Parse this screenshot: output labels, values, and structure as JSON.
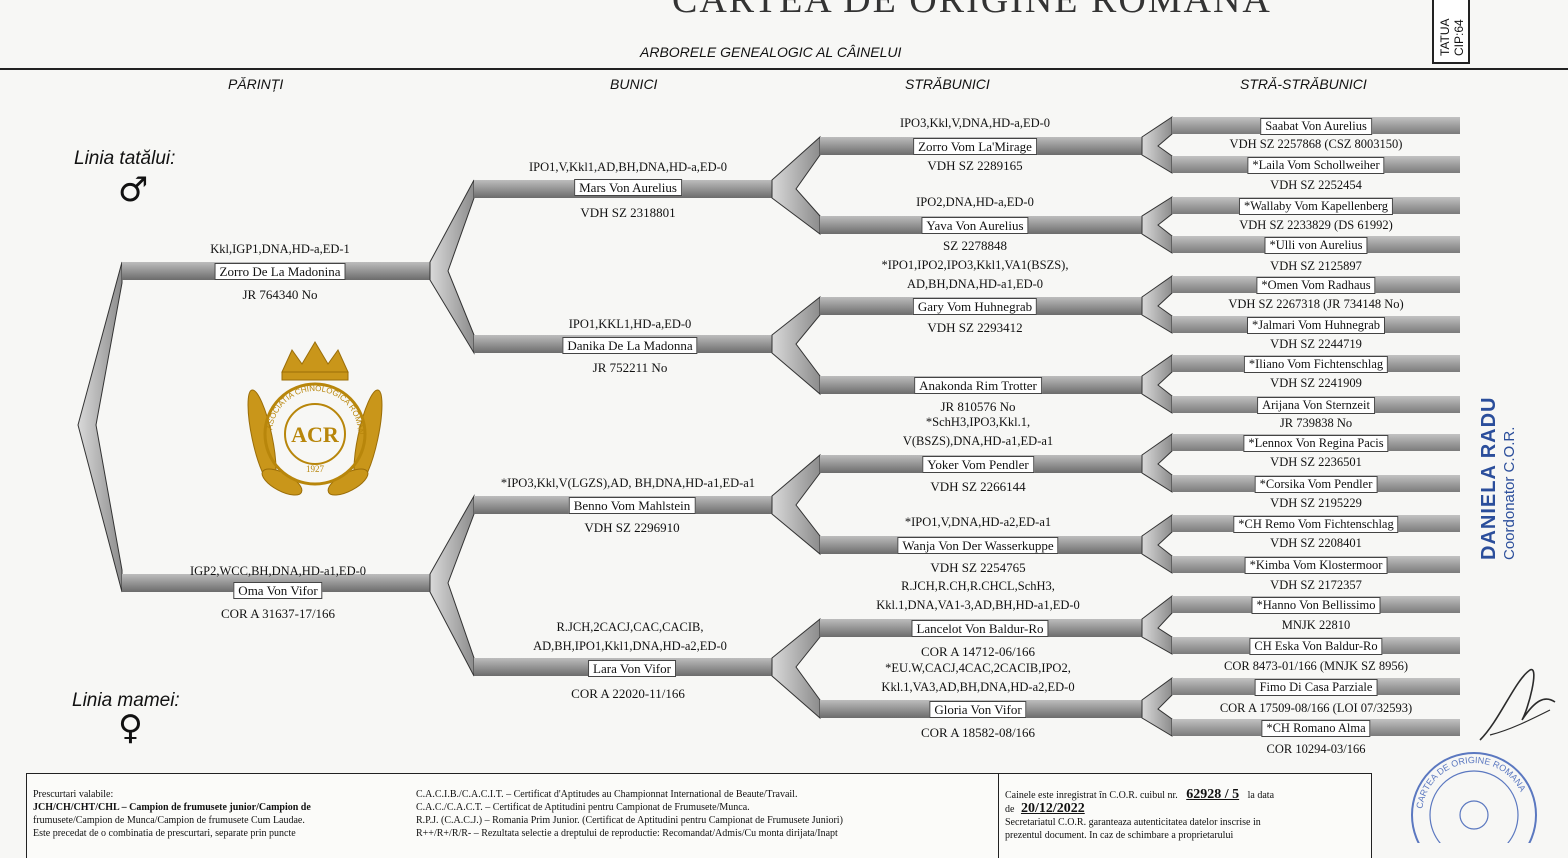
{
  "header": {
    "title": "CARTEA DE ORIGINE ROMANA",
    "subtitle": "ARBORELE GENEALOGIC AL CÂINELUI",
    "tatuaj": "TATUA",
    "cip": "CIP:64"
  },
  "columns": {
    "parents": "PĂRINȚI",
    "grandparents": "BUNICI",
    "great": "STRĂBUNICI",
    "great2": "STRĂ-STRĂBUNICI"
  },
  "lines": {
    "father": "Linia tatălui:",
    "mother": "Linia mamei:",
    "male_symbol": "♂",
    "female_symbol": "♀"
  },
  "logo": {
    "text": "ASOCIATIA CHINOLOGICA ROMANA",
    "initials": "ACR",
    "year": "1927"
  },
  "parents": [
    {
      "titles": "Kkl,IGP1,DNA,HD-a,ED-1",
      "name": "Zorro De La Madonina",
      "reg": "JR 764340 No"
    },
    {
      "titles": "IGP2,WCC,BH,DNA,HD-a1,ED-0",
      "name": "Oma Von Vifor",
      "reg": "COR A 31637-17/166"
    }
  ],
  "grandparents": [
    {
      "titles": "IPO1,V,Kkl1,AD,BH,DNA,HD-a,ED-0",
      "name": "Mars Von Aurelius",
      "reg": "VDH SZ 2318801"
    },
    {
      "titles": "IPO1,KKL1,HD-a,ED-0",
      "name": "Danika De La Madonna",
      "reg": "JR 752211 No"
    },
    {
      "titles": "*IPO3,Kkl,V(LGZS),AD, BH,DNA,HD-a1,ED-a1",
      "name": "Benno Vom Mahlstein",
      "reg": "VDH SZ 2296910"
    },
    {
      "titles1": "R.JCH,2CACJ,CAC,CACIB,",
      "titles2": "AD,BH,IPO1,Kkl1,DNA,HD-a2,ED-0",
      "name": "Lara Von Vifor",
      "reg": "COR A 22020-11/166"
    }
  ],
  "great": [
    {
      "titles1": "IPO3,Kkl,V,DNA,HD-a,ED-0",
      "titles2": "",
      "name": "Zorro Vom La'Mirage",
      "reg": "VDH SZ 2289165"
    },
    {
      "titles1": "IPO2,DNA,HD-a,ED-0",
      "titles2": "",
      "name": "Yava Von Aurelius",
      "reg": "SZ 2278848"
    },
    {
      "titles1": "*IPO1,IPO2,IPO3,Kkl1,VA1(BSZS),",
      "titles2": "AD,BH,DNA,HD-a1,ED-0",
      "name": "Gary Vom Huhnegrab",
      "reg": "VDH SZ 2293412"
    },
    {
      "titles1": "",
      "titles2": "",
      "name": "Anakonda Rim Trotter",
      "reg": "JR 810576 No"
    },
    {
      "titles1": "*SchH3,IPO3,Kkl.1,",
      "titles2": "V(BSZS),DNA,HD-a1,ED-a1",
      "name": "Yoker Vom Pendler",
      "reg": "VDH SZ 2266144"
    },
    {
      "titles1": "*IPO1,V,DNA,HD-a2,ED-a1",
      "titles2": "",
      "name": "Wanja Von Der Wasserkuppe",
      "reg": "VDH SZ 2254765"
    },
    {
      "titles1": "R.JCH,R.CH,R.CHCL,SchH3,",
      "titles2": "Kkl.1,DNA,VA1-3,AD,BH,HD-a1,ED-0",
      "name": "Lancelot Von Baldur-Ro",
      "reg": "COR A 14712-06/166"
    },
    {
      "titles1": "*EU.W,CACJ,4CAC,2CACIB,IPO2,",
      "titles2": "Kkl.1,VA3,AD,BH,DNA,HD-a2,ED-0",
      "name": "Gloria Von Vifor",
      "reg": "COR A 18582-08/166"
    }
  ],
  "great2": [
    {
      "name": "Saabat Von Aurelius",
      "reg": "VDH SZ 2257868 (CSZ 8003150)"
    },
    {
      "name": "*Laila Vom Schollweiher",
      "reg": "VDH SZ 2252454"
    },
    {
      "name": "*Wallaby Vom Kapellenberg",
      "reg": "VDH SZ 2233829 (DS 61992)"
    },
    {
      "name": "*Ulli von Aurelius",
      "reg": "VDH SZ 2125897"
    },
    {
      "name": "*Omen Vom Radhaus",
      "reg": "VDH SZ 2267318 (JR 734148 No)"
    },
    {
      "name": "*Jalmari Vom Huhnegrab",
      "reg": "VDH SZ 2244719"
    },
    {
      "name": "*Iliano Vom Fichtenschlag",
      "reg": "VDH SZ 2241909"
    },
    {
      "name": "Arijana Von Sternzeit",
      "reg": "JR 739838 No"
    },
    {
      "name": "*Lennox Von Regina Pacis",
      "reg": "VDH SZ 2236501"
    },
    {
      "name": "*Corsika Vom Pendler",
      "reg": "VDH SZ 2195229"
    },
    {
      "name": "*CH Remo Vom Fichtenschlag",
      "reg": "VDH SZ 2208401"
    },
    {
      "name": "*Kimba Vom Klostermoor",
      "reg": "VDH SZ 2172357"
    },
    {
      "name": "*Hanno Von Bellissimo",
      "reg": "MNJK 22810"
    },
    {
      "name": "CH Eska Von Baldur-Ro",
      "reg": "COR 8473-01/166 (MNJK SZ 8956)"
    },
    {
      "name": "Fimo Di Casa Parziale",
      "reg": "COR A 17509-08/166 (LOI 07/32593)"
    },
    {
      "name": "*CH Romano Alma",
      "reg": "COR 10294-03/166"
    }
  ],
  "stamp": {
    "name": "DANIELA RADU",
    "role": "Coordonator C.O.R."
  },
  "footer": {
    "left": [
      "Prescurtari valabile:",
      "JCH/CH/CHT/CHL – Campion de frumusete junior/Campion de",
      "frumusete/Campion de Munca/Campion de frumusete Cum Laudae.",
      "Este precedat de o combinatia de prescurtari, separate prin puncte"
    ],
    "middle": [
      "C.A.C.I.B./C.A.C.I.T. – Certificat d'Aptitudes au Championnat International de Beaute/Travail.",
      "C.A.C./C.A.C.T. – Certificat de Aptitudini pentru Campionat de Frumusete/Munca.",
      "R.P.J. (C.A.C.J.) – Romania Prim Junior. (Certificat de Aptitudini pentru Campionat de Frumusete Juniori)",
      "R++/R+/R/R- – Rezultata selectie a dreptului de reproductie: Recomandat/Admis/Cu monta dirijata/Inapt"
    ],
    "right": {
      "line1_prefix": "Cainele este inregistrat în C.O.R. cuibul nr.",
      "number": "62928 / 5",
      "line1_suffix": "la data",
      "line2_prefix": "de",
      "date": "20/12/2022",
      "line3": "Secretariatul C.O.R. garanteaza autenticitatea datelor inscrise in",
      "line4": "prezentul document. In caz de schimbare a proprietarului"
    },
    "seal": "CARTEA DE ORIGINE ROMANA"
  }
}
